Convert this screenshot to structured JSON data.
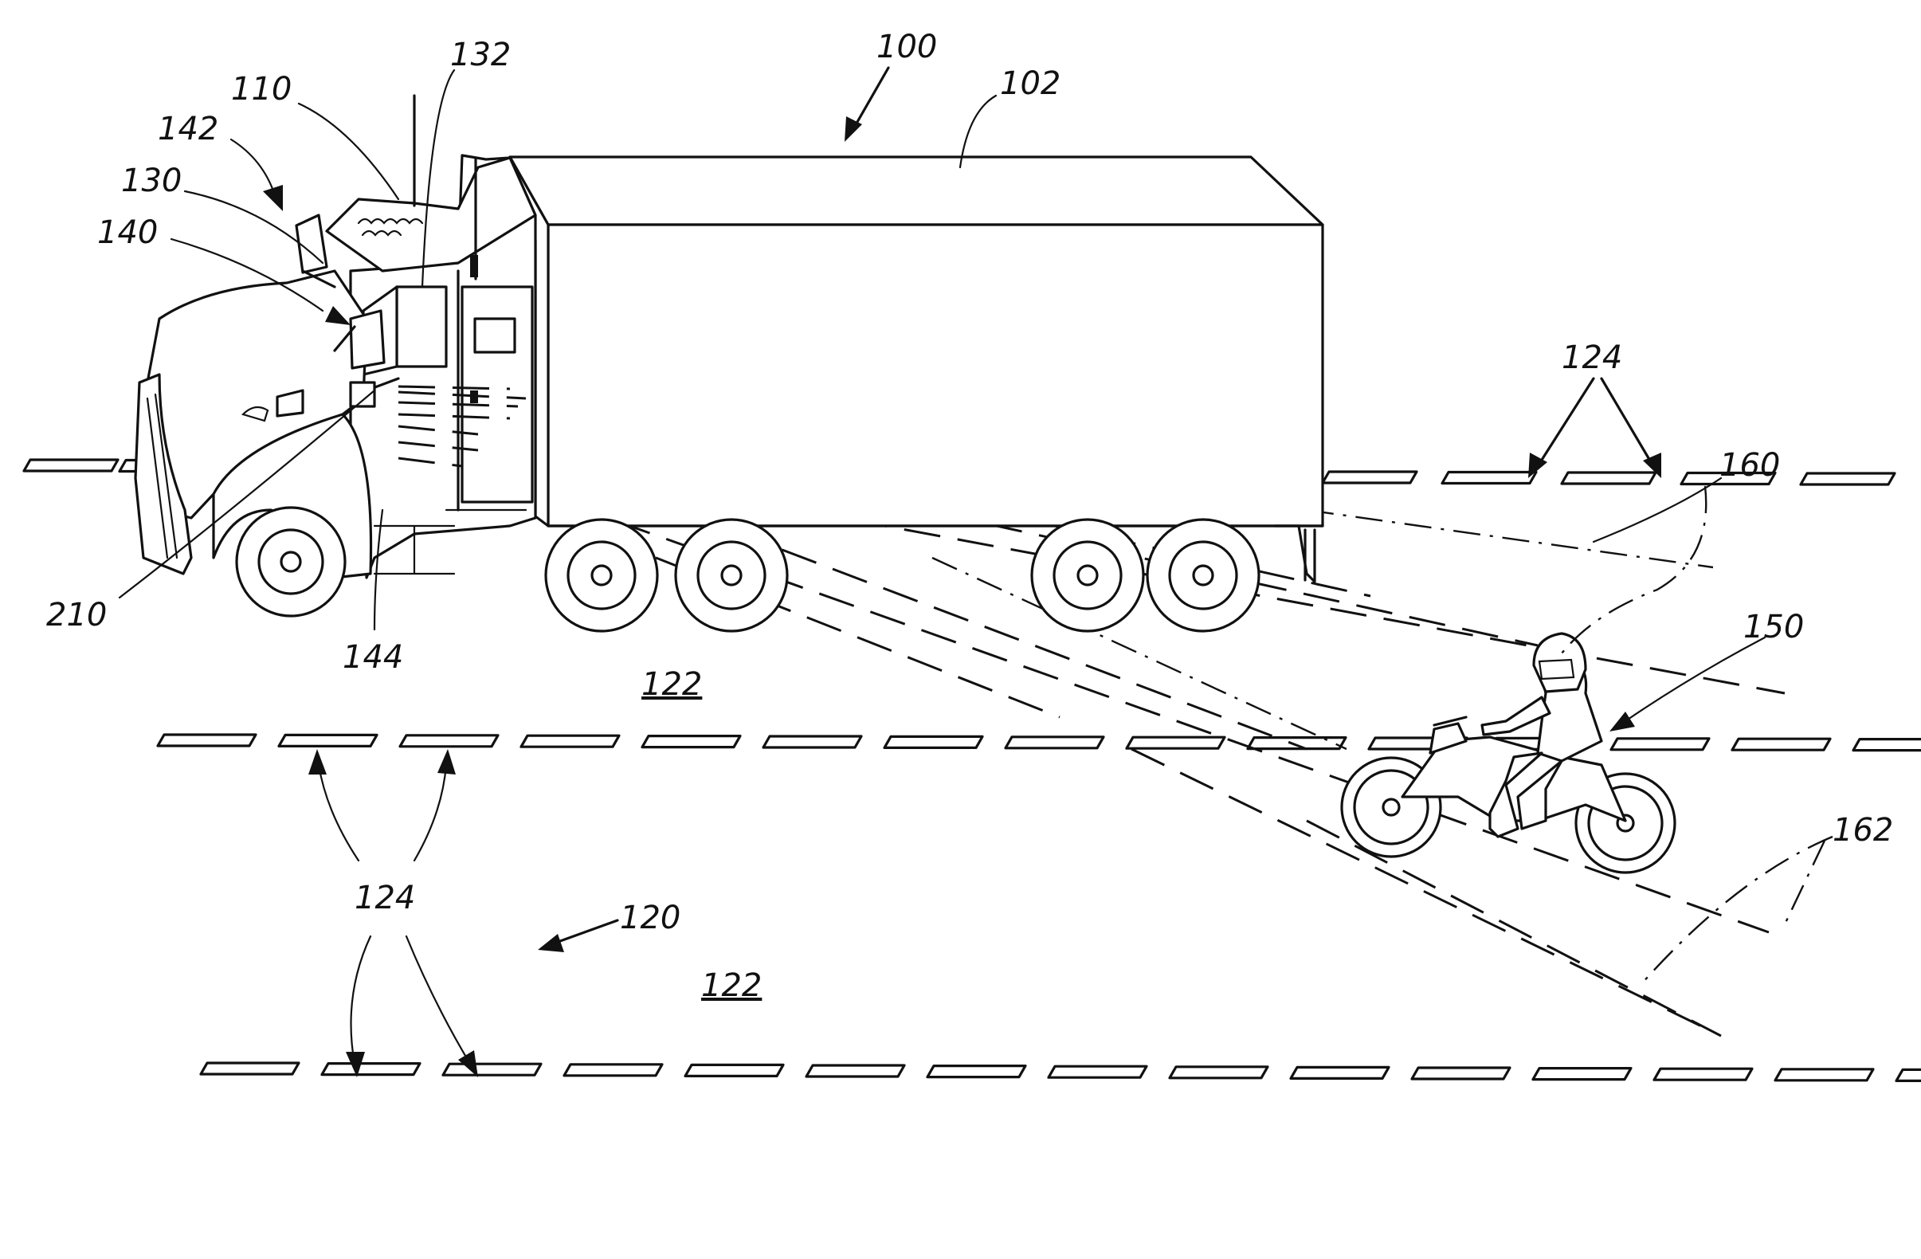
{
  "labels": {
    "ref_100": "100",
    "ref_102": "102",
    "ref_110": "110",
    "ref_132": "132",
    "ref_142": "142",
    "ref_130": "130",
    "ref_140": "140",
    "ref_124_top": "124",
    "ref_160": "160",
    "ref_210": "210",
    "ref_144": "144",
    "ref_150": "150",
    "ref_122_upper": "122",
    "ref_162": "162",
    "ref_124_bottom": "124",
    "ref_120": "120",
    "ref_122_lower": "122"
  },
  "colors": {
    "ink": "#111111",
    "paper": "#ffffff"
  }
}
